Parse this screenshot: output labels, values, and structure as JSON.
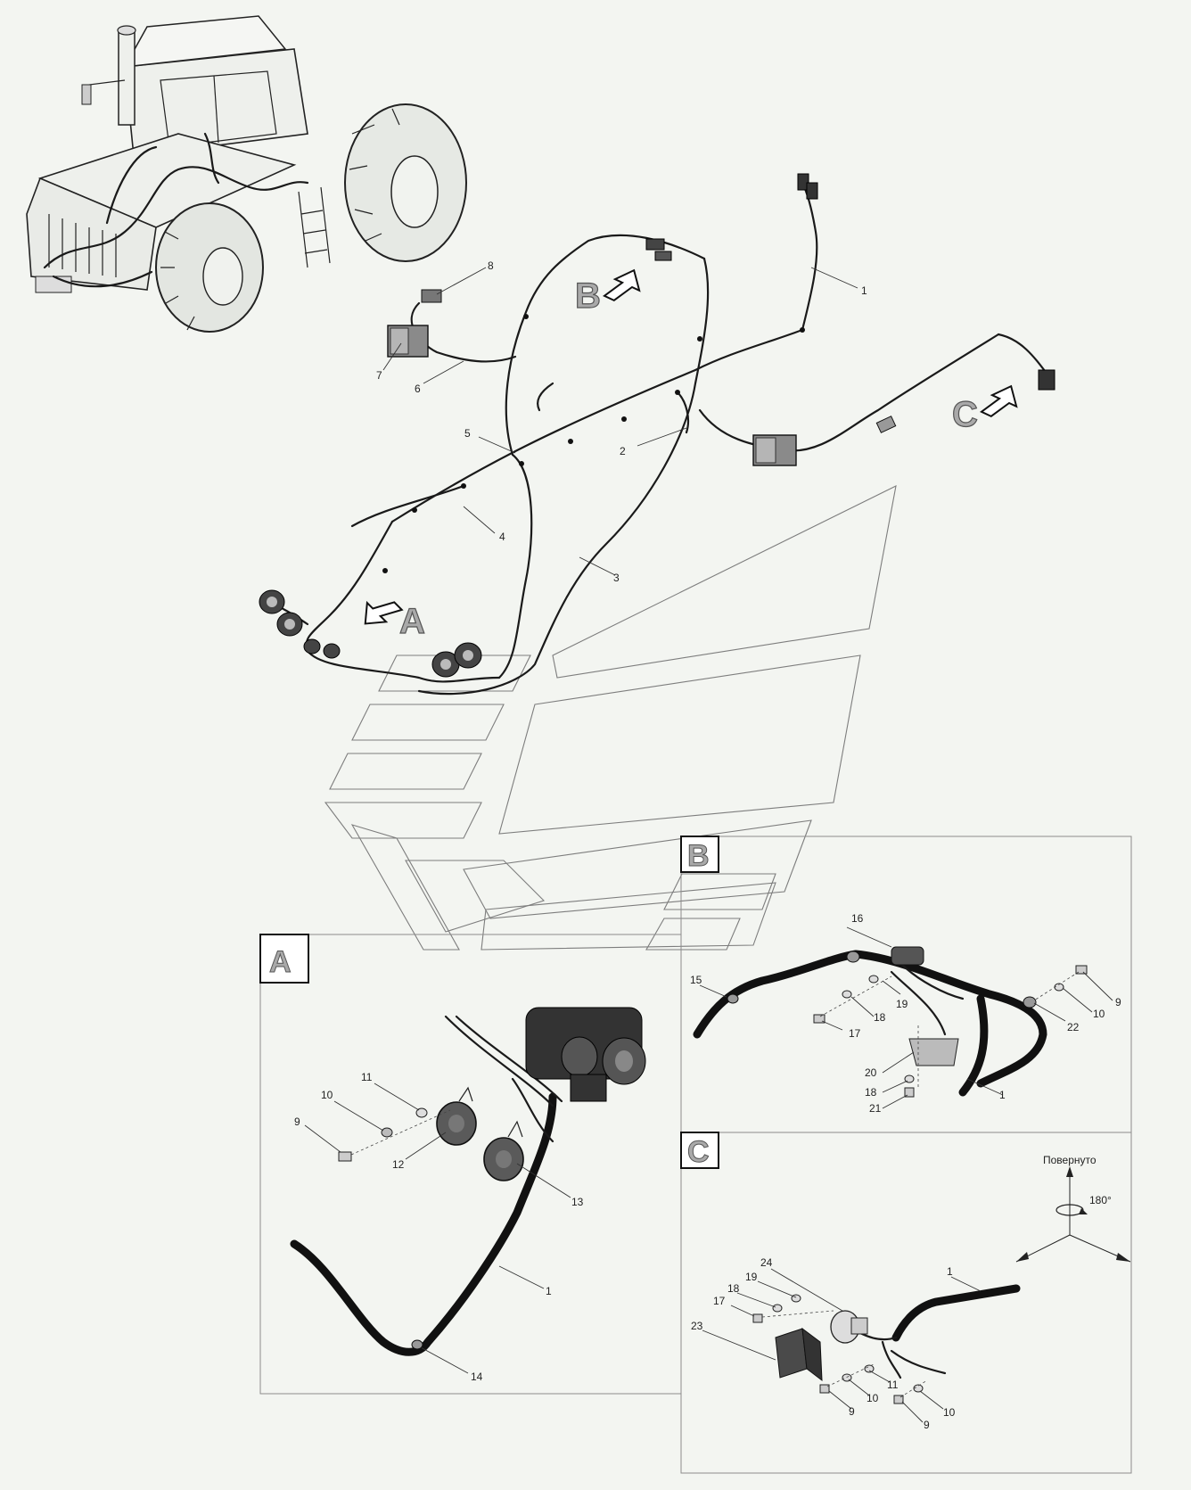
{
  "callouts": {
    "main": [
      {
        "n": "1"
      },
      {
        "n": "2"
      },
      {
        "n": "3"
      },
      {
        "n": "4"
      },
      {
        "n": "5"
      },
      {
        "n": "6"
      },
      {
        "n": "7"
      },
      {
        "n": "8"
      }
    ],
    "detailA": [
      {
        "n": "9"
      },
      {
        "n": "10"
      },
      {
        "n": "11"
      },
      {
        "n": "12"
      },
      {
        "n": "13"
      },
      {
        "n": "1"
      },
      {
        "n": "14"
      }
    ],
    "detailB": [
      {
        "n": "16"
      },
      {
        "n": "15"
      },
      {
        "n": "19"
      },
      {
        "n": "9"
      },
      {
        "n": "10"
      },
      {
        "n": "18"
      },
      {
        "n": "17"
      },
      {
        "n": "22"
      },
      {
        "n": "20"
      },
      {
        "n": "18"
      },
      {
        "n": "21"
      },
      {
        "n": "1"
      }
    ],
    "detailC": [
      {
        "n": "1"
      },
      {
        "n": "24"
      },
      {
        "n": "19"
      },
      {
        "n": "18"
      },
      {
        "n": "17"
      },
      {
        "n": "23"
      },
      {
        "n": "11"
      },
      {
        "n": "10"
      },
      {
        "n": "9"
      },
      {
        "n": "10"
      },
      {
        "n": "9"
      }
    ]
  },
  "view_markers": {
    "B": "B",
    "C": "C",
    "A": "A"
  },
  "detail_boxes": {
    "A": "A",
    "B": "B",
    "C": "C"
  },
  "rotation_note": {
    "label": "Повернуто",
    "angle": "180°"
  }
}
